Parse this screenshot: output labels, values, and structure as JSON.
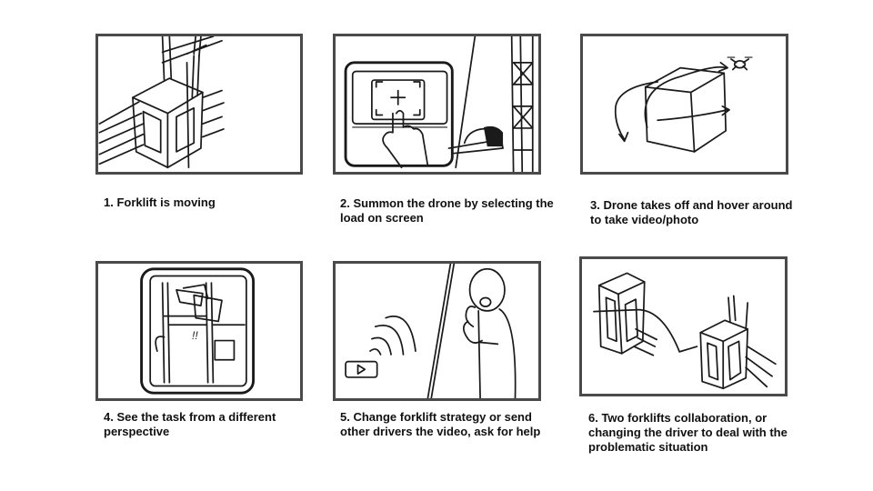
{
  "storyboard": {
    "panels": [
      {
        "caption": "1. Forklift is moving",
        "sketch": "forklift-sketch"
      },
      {
        "caption": "2. Summon the drone by selecting the load on screen",
        "sketch": "touchscreen-sketch"
      },
      {
        "caption": "3. Drone takes off and hover around to take video/photo",
        "sketch": "drone-orbit-sketch"
      },
      {
        "caption": "4. See the task from a different perspective",
        "sketch": "perspective-screen-sketch"
      },
      {
        "caption": "5. Change forklift strategy or send other drivers the video, ask for help",
        "sketch": "driver-call-sketch"
      },
      {
        "caption": "6. Two forklifts collaboration, or changing the driver to deal with the problematic situation",
        "sketch": "two-forklifts-sketch"
      }
    ],
    "exclamation": "!!",
    "ink_color": "#1a1a1a",
    "frame_color": "#4a4a4a"
  }
}
